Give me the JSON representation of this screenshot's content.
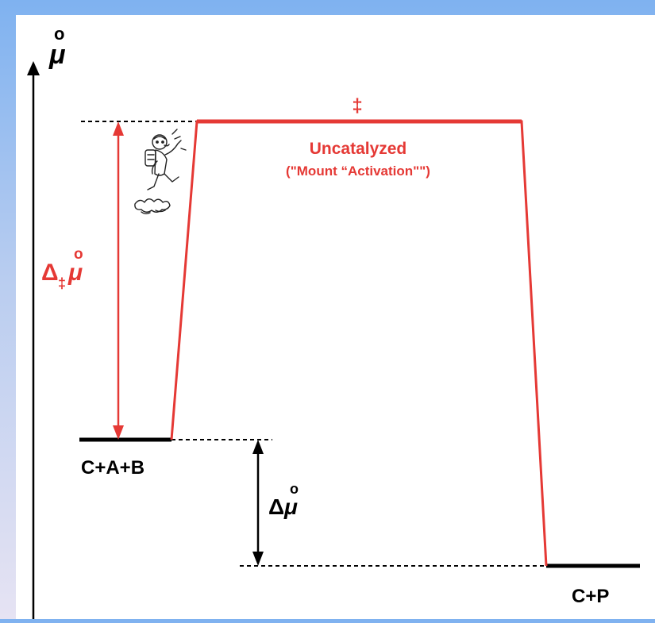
{
  "diagram": {
    "y_axis_label": "μ",
    "y_axis_label_mark": "o",
    "transition_state_label": "‡",
    "uncatalyzed_title": "Uncatalyzed",
    "uncatalyzed_subtitle": "(\"Mount “Activation\"\")",
    "activation_energy_label": {
      "delta": "Δ",
      "subscript": "‡",
      "symbol": "μ",
      "mark": "o"
    },
    "reaction_energy_label": {
      "delta": "Δ",
      "symbol": "μ",
      "mark": "o"
    },
    "reactants_label": "C+A+B",
    "products_label": "C+P",
    "colors": {
      "accent": "#e53935",
      "ink": "#000000",
      "background_top": "#7fb2f0",
      "background_bottom": "#e6e3f3"
    },
    "decorative_image": "cartoon-climber-icon"
  }
}
